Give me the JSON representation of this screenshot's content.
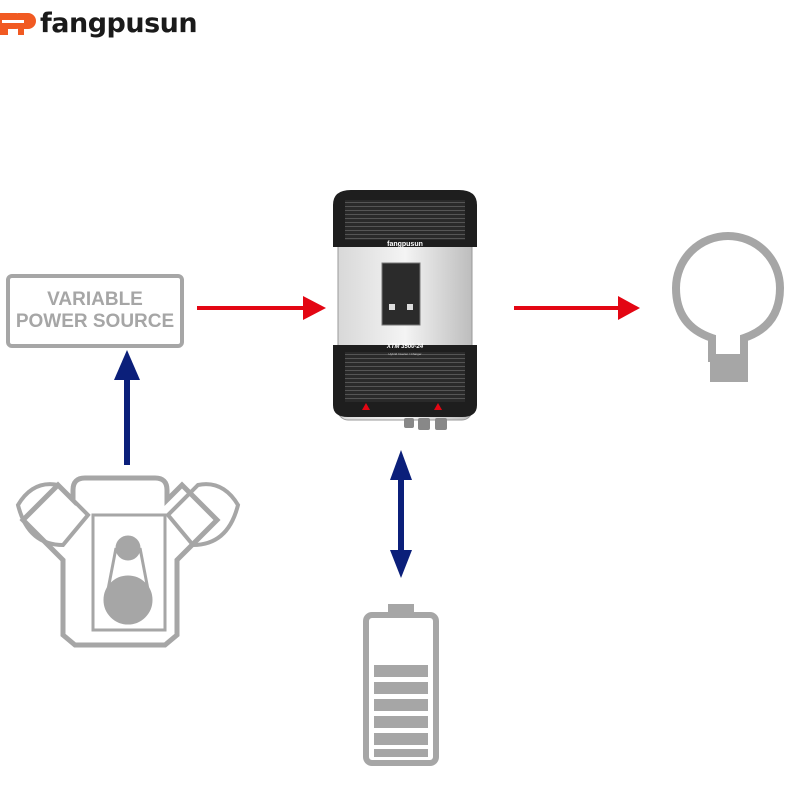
{
  "brand": {
    "name": "fangpusun",
    "color": "#f15a22"
  },
  "source_box": {
    "line1": "VARIABLE",
    "line2": "POWER SOURCE"
  },
  "inverter": {
    "brand_label": "fangpusun",
    "model": "XTM 3500-24",
    "subtitle": "Hybrid Inverter / Charger"
  },
  "colors": {
    "power_arrow": "#e30613",
    "control_arrow": "#0b1f7a",
    "icon_grey": "#a6a6a6"
  }
}
